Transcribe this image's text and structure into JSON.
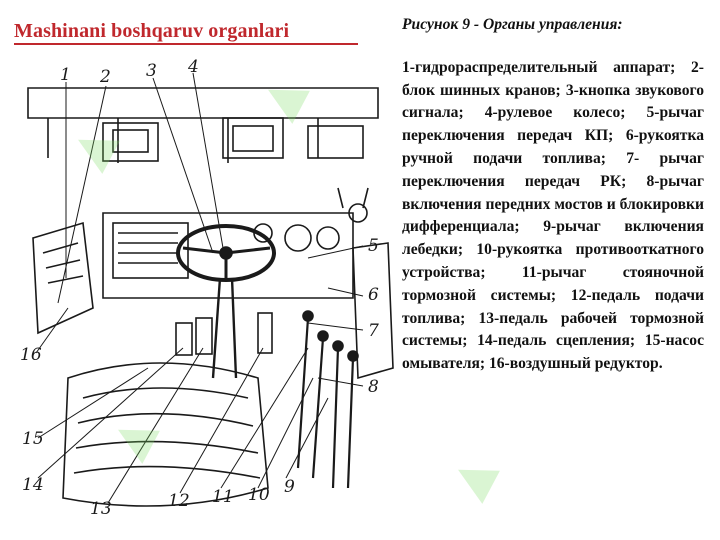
{
  "slide": {
    "title": "Mashinani boshqaruv organlari"
  },
  "caption": {
    "heading": "Рисунок 9 - Органы управления:",
    "body": "1-гидрораспределительный аппарат; 2-блок шинных кранов; 3-кнопка звукового сигнала; 4-рулевое колесо; 5-рычаг переключения передач КП; 6-рукоятка ручной подачи топлива; 7- рычаг переключения передач РК; 8-рычаг включения передних мостов и блокировки дифференциала; 9-рычаг включения лебедки; 10-рукоятка противооткатного устройства; 11-рычаг стояночной тормозной системы; 12-педаль подачи топлива; 13-педаль рабочей тормозной системы; 14-педаль сцепления; 15-насос омывателя; 16-воздушный редуктор."
  },
  "figure": {
    "callouts": [
      "1",
      "2",
      "3",
      "4",
      "5",
      "6",
      "7",
      "8",
      "16",
      "15",
      "14",
      "13",
      "12",
      "11",
      "10",
      "9"
    ]
  },
  "colors": {
    "title": "#c0282d",
    "ink": "#1a1a1a",
    "watermark": "#7ddc63"
  }
}
